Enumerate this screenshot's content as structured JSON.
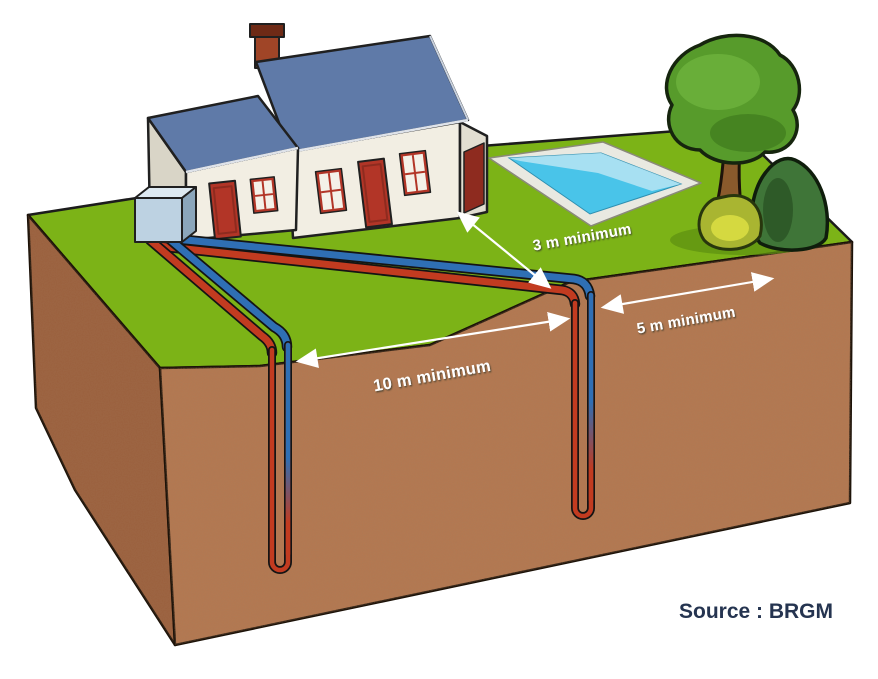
{
  "annotations": {
    "distance_house_label": "3 m minimum",
    "distance_boreholes_label": "10 m minimum",
    "distance_pool_label": "5 m minimum"
  },
  "source_label": "Source : BRGM",
  "colors": {
    "grass": "#7cb317",
    "soil_front": "#b5784f",
    "soil_side": "#9a5f3c",
    "roof": "#5f7aa8",
    "wall": "#f2eee3",
    "wall_shaded": "#e2ded1",
    "door_red": "#b23527",
    "pool_water": "#49c4e9",
    "pool_coping": "#e9e9e1",
    "pipe_hot": "#c23b20",
    "pipe_cold": "#2f6fb4",
    "heat_pump": "#bdd2e2",
    "tree_green": "#579b2b",
    "bush_dark": "#3f7538",
    "bush_yellow": "#a9b531",
    "label_text": "#ffffff",
    "source_text": "#253450"
  }
}
